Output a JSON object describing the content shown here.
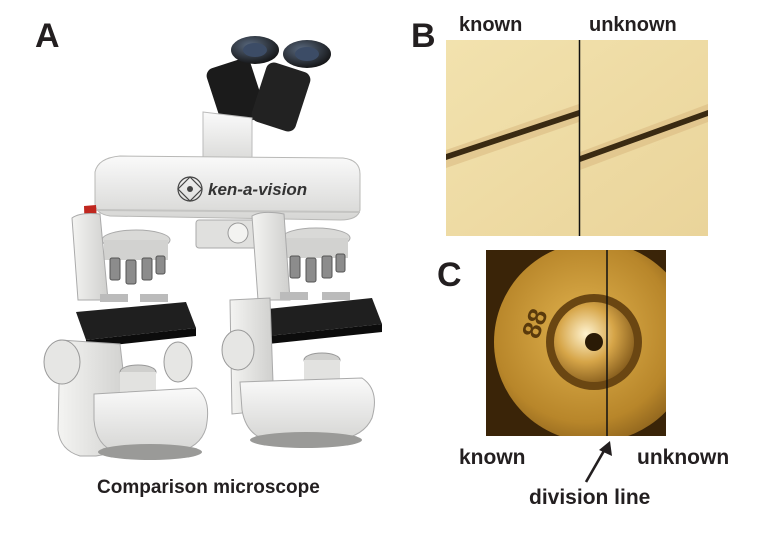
{
  "panels": {
    "a": {
      "letter": "A",
      "caption": "Comparison microscope",
      "brand": "ken-a-vision"
    },
    "b": {
      "letter": "B",
      "left_label": "known",
      "right_label": "unknown"
    },
    "c": {
      "letter": "C",
      "left_label": "known",
      "right_label": "unknown",
      "pointer_label": "division line",
      "stamp_text": "88"
    }
  },
  "colors": {
    "text": "#231f20",
    "hair_background": "#f0dea7",
    "hair_fiber": "#3a2a12",
    "cartridge_brass": "#b88a2c",
    "microscope_body": "#e9e9e7",
    "stage": "#1f1f1f"
  }
}
